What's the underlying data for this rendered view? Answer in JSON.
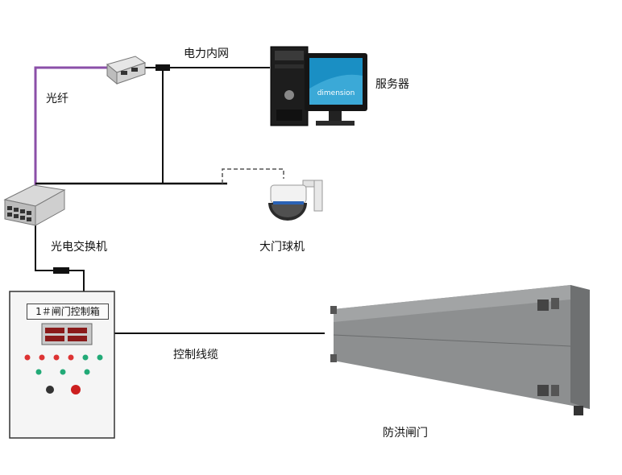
{
  "labels": {
    "power_network": "电力内网",
    "server": "服务器",
    "fiber": "光纤",
    "optical_switch": "光电交换机",
    "gate_camera": "大门球机",
    "control_box_title": "1＃闸门控制箱",
    "control_cable": "控制线缆",
    "flood_gate": "防洪闸门",
    "monitor_brand": "dimension"
  },
  "colors": {
    "fiber_line": "#8b4fa8",
    "cable_line": "#111111",
    "monitor_screen": "#1a8fc4",
    "gate_body": "#8a8c8d"
  }
}
